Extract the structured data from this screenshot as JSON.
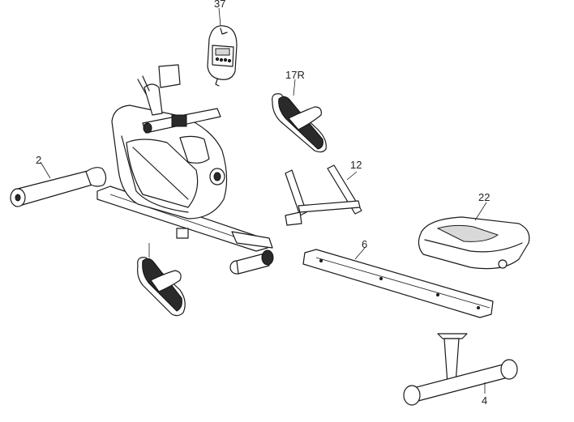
{
  "diagram": {
    "parts": [
      {
        "id": "37",
        "label": "37"
      },
      {
        "id": "17R",
        "label": "17R"
      },
      {
        "id": "2",
        "label": "2"
      },
      {
        "id": "12",
        "label": "12"
      },
      {
        "id": "22",
        "label": "22"
      },
      {
        "id": "6",
        "label": "6"
      },
      {
        "id": "4",
        "label": "4"
      }
    ]
  }
}
